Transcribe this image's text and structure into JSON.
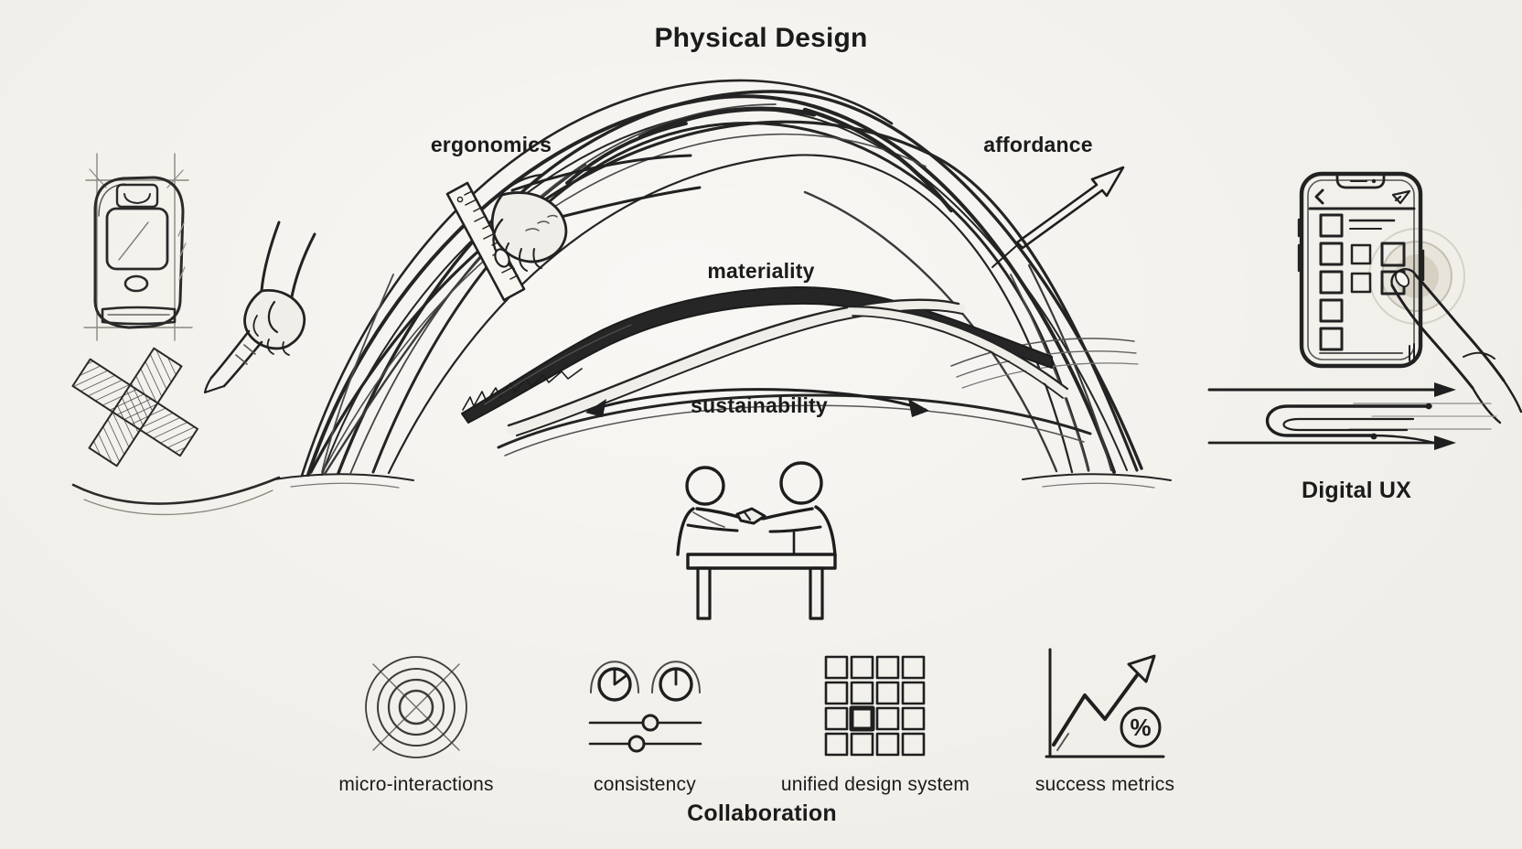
{
  "canvas": {
    "background": "#f0eee8",
    "ink": "#1f1f1f"
  },
  "title": "Physical Design",
  "physical_design": {
    "labels": {
      "ergonomics": "ergonomics",
      "affordance": "affordance",
      "materiality": "materiality",
      "sustainability": "sustainability"
    },
    "sketch_icons": [
      "flip-phone-sketch",
      "hand-holding-tool-sketch",
      "crossed-material-swatch-sketch",
      "curve-line-sketch",
      "woven-arch-sketch",
      "ruler-measuring-hand-sketch",
      "textured-branch-sketch",
      "double-arrow-sketch",
      "outline-arrow-sketch"
    ]
  },
  "digital_ux": {
    "label": "Digital UX",
    "sketch_icons": [
      "smartphone-ui-sketch",
      "tapping-finger-sketch",
      "tap-ripple-sketch",
      "user-flow-arrows-sketch"
    ]
  },
  "collaboration": {
    "label": "Collaboration",
    "handshake_icon": "handshake-table-sketch",
    "items": [
      {
        "icon": "ripple-rings-icon",
        "label": "micro-interactions"
      },
      {
        "icon": "knobs-and-sliders-icon",
        "label": "consistency"
      },
      {
        "icon": "module-grid-icon",
        "label": "unified design system",
        "grid": {
          "rows": 4,
          "cols": 4,
          "highlighted_row": 3,
          "highlighted_col": 2
        }
      },
      {
        "icon": "growth-chart-icon",
        "label": "success metrics"
      }
    ],
    "metrics_percent": "%"
  }
}
